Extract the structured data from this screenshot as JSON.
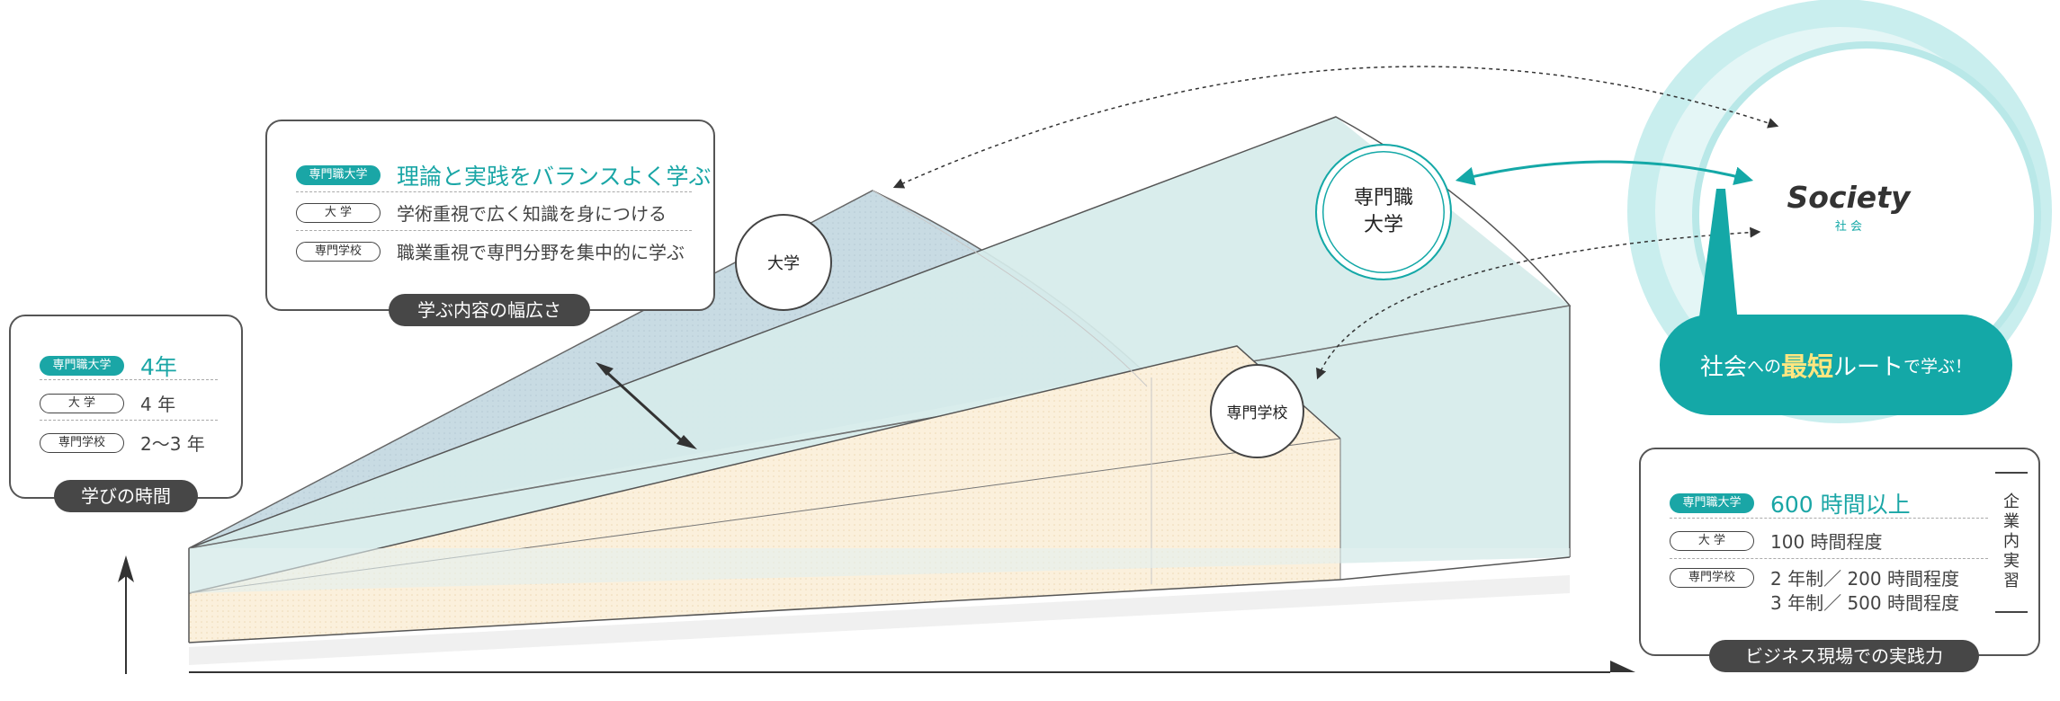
{
  "circles": {
    "university": "大学",
    "prof_univ_line1": "専門職",
    "prof_univ_line2": "大学",
    "vocational": "専門学校"
  },
  "society": {
    "title": "Society",
    "subtitle": "社 会"
  },
  "cta": {
    "part1": "社会",
    "part2": "への",
    "part3": "最短",
    "part4": "ルート",
    "part5": "で学ぶ！"
  },
  "breadth_card": {
    "label": "学ぶ内容の幅広さ",
    "rows": [
      {
        "badge": "専門職大学",
        "text": "理論と実践をバランスよく学ぶ"
      },
      {
        "badge": "大 学",
        "text": "学術重視で広く知識を身につける"
      },
      {
        "badge": "専門学校",
        "text": "職業重視で専門分野を集中的に学ぶ"
      }
    ]
  },
  "time_card": {
    "label": "学びの時間",
    "rows": [
      {
        "badge": "専門職大学",
        "text": "4年"
      },
      {
        "badge": "大 学",
        "text": "4 年"
      },
      {
        "badge": "専門学校",
        "text": "2～3 年"
      }
    ]
  },
  "practice_card": {
    "label": "ビジネス現場での実践力",
    "vertical": "企業内実習",
    "rows": [
      {
        "badge": "専門職大学",
        "text": "600 時間以上"
      },
      {
        "badge": "大 学",
        "text": "100 時間程度"
      },
      {
        "badge": "専門学校",
        "text": "2 年制／ 200 時間程度",
        "text2": "3 年制／ 500 時間程度"
      }
    ]
  },
  "colors": {
    "teal": "#14a8a7",
    "blue_wedge": "#c8dbe3",
    "teal_wedge": "#d6ebea",
    "cream_wedge": "#fbf0dc",
    "dark_label": "#474747",
    "highlight": "#ffe680"
  }
}
